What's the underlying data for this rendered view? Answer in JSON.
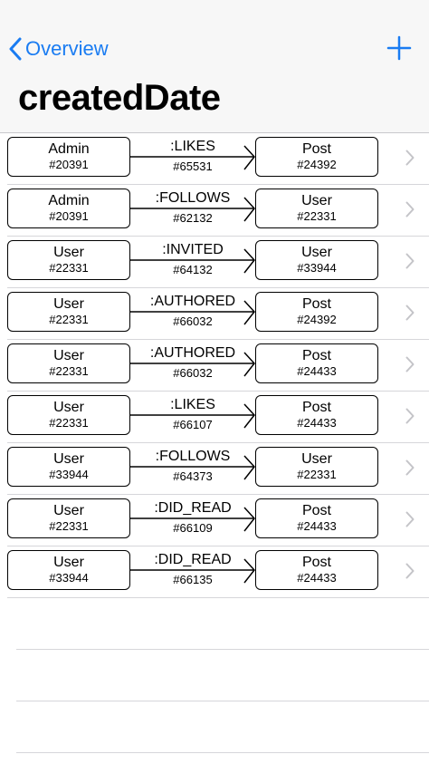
{
  "navbar": {
    "back_label": "Overview",
    "title": "createdDate",
    "accent_color": "#1a7cf2"
  },
  "relationships": [
    {
      "from_label": "Admin",
      "from_id": "#20391",
      "rel_type": ":LIKES",
      "rel_id": "#65531",
      "to_label": "Post",
      "to_id": "#24392"
    },
    {
      "from_label": "Admin",
      "from_id": "#20391",
      "rel_type": ":FOLLOWS",
      "rel_id": "#62132",
      "to_label": "User",
      "to_id": "#22331"
    },
    {
      "from_label": "User",
      "from_id": "#22331",
      "rel_type": ":INVITED",
      "rel_id": "#64132",
      "to_label": "User",
      "to_id": "#33944"
    },
    {
      "from_label": "User",
      "from_id": "#22331",
      "rel_type": ":AUTHORED",
      "rel_id": "#66032",
      "to_label": "Post",
      "to_id": "#24392"
    },
    {
      "from_label": "User",
      "from_id": "#22331",
      "rel_type": ":AUTHORED",
      "rel_id": "#66032",
      "to_label": "Post",
      "to_id": "#24433"
    },
    {
      "from_label": "User",
      "from_id": "#22331",
      "rel_type": ":LIKES",
      "rel_id": "#66107",
      "to_label": "Post",
      "to_id": "#24433"
    },
    {
      "from_label": "User",
      "from_id": "#33944",
      "rel_type": ":FOLLOWS",
      "rel_id": "#64373",
      "to_label": "User",
      "to_id": "#22331"
    },
    {
      "from_label": "User",
      "from_id": "#22331",
      "rel_type": ":DID_READ",
      "rel_id": "#66109",
      "to_label": "Post",
      "to_id": "#24433"
    },
    {
      "from_label": "User",
      "from_id": "#33944",
      "rel_type": ":DID_READ",
      "rel_id": "#66135",
      "to_label": "Post",
      "to_id": "#24433"
    }
  ]
}
